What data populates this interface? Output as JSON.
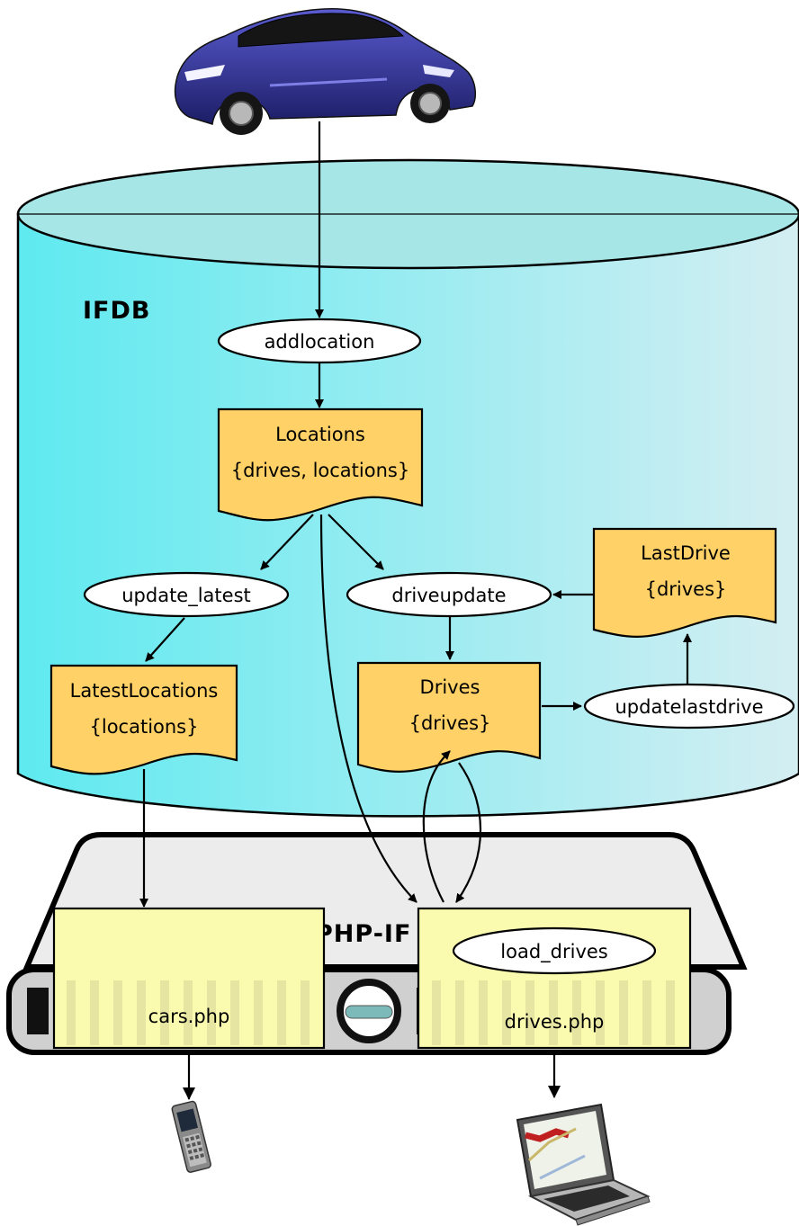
{
  "labels": {
    "database": "IFDB",
    "server": "PHP-IF"
  },
  "processes": {
    "addlocation": "addlocation",
    "update_latest": "update_latest",
    "driveupdate": "driveupdate",
    "updatelastdrive": "updatelastdrive",
    "load_drives": "load_drives"
  },
  "stores": {
    "locations": {
      "title": "Locations",
      "fields": "{drives, locations}"
    },
    "latest_locations": {
      "title": "LatestLocations",
      "fields": "{locations}"
    },
    "drives": {
      "title": "Drives",
      "fields": "{drives}"
    },
    "last_drive": {
      "title": "LastDrive",
      "fields": "{drives}"
    }
  },
  "pages": {
    "cars": "cars.php",
    "drives": "drives.php"
  },
  "icons": {
    "source": "sports-car-icon",
    "client_mobile": "mobile-phone-icon",
    "client_desktop": "laptop-map-icon"
  },
  "colors": {
    "database_fill": "#6ee8ee",
    "store_fill": "#ffd166",
    "page_fill": "#fbfbb0",
    "server_top": "#ececec",
    "server_body": "#d0d0d0",
    "car_body": "#2b2d8a"
  }
}
